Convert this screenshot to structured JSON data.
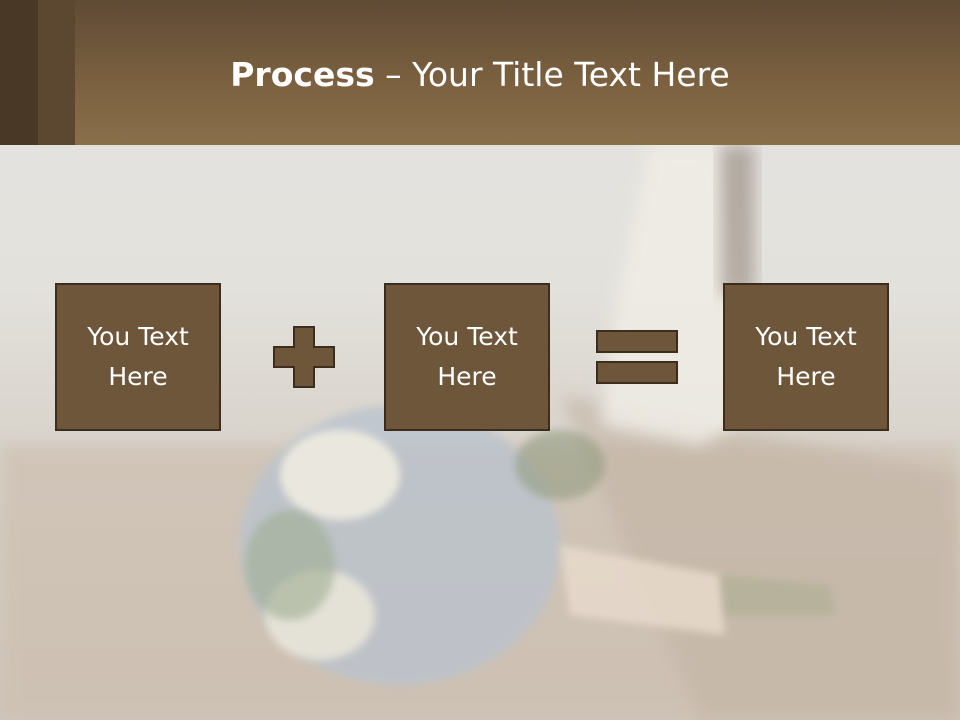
{
  "title": {
    "bold": "Process",
    "rest": " – Your Title Text Here"
  },
  "boxes": [
    {
      "label": "You Text Here"
    },
    {
      "label": "You Text Here"
    },
    {
      "label": "You Text Here"
    }
  ],
  "operators": [
    "plus-icon",
    "equals-icon"
  ],
  "colors": {
    "header": "#7a603f",
    "box_fill": "#6d563a",
    "box_border": "#3d2d1e",
    "text": "#ffffff"
  }
}
